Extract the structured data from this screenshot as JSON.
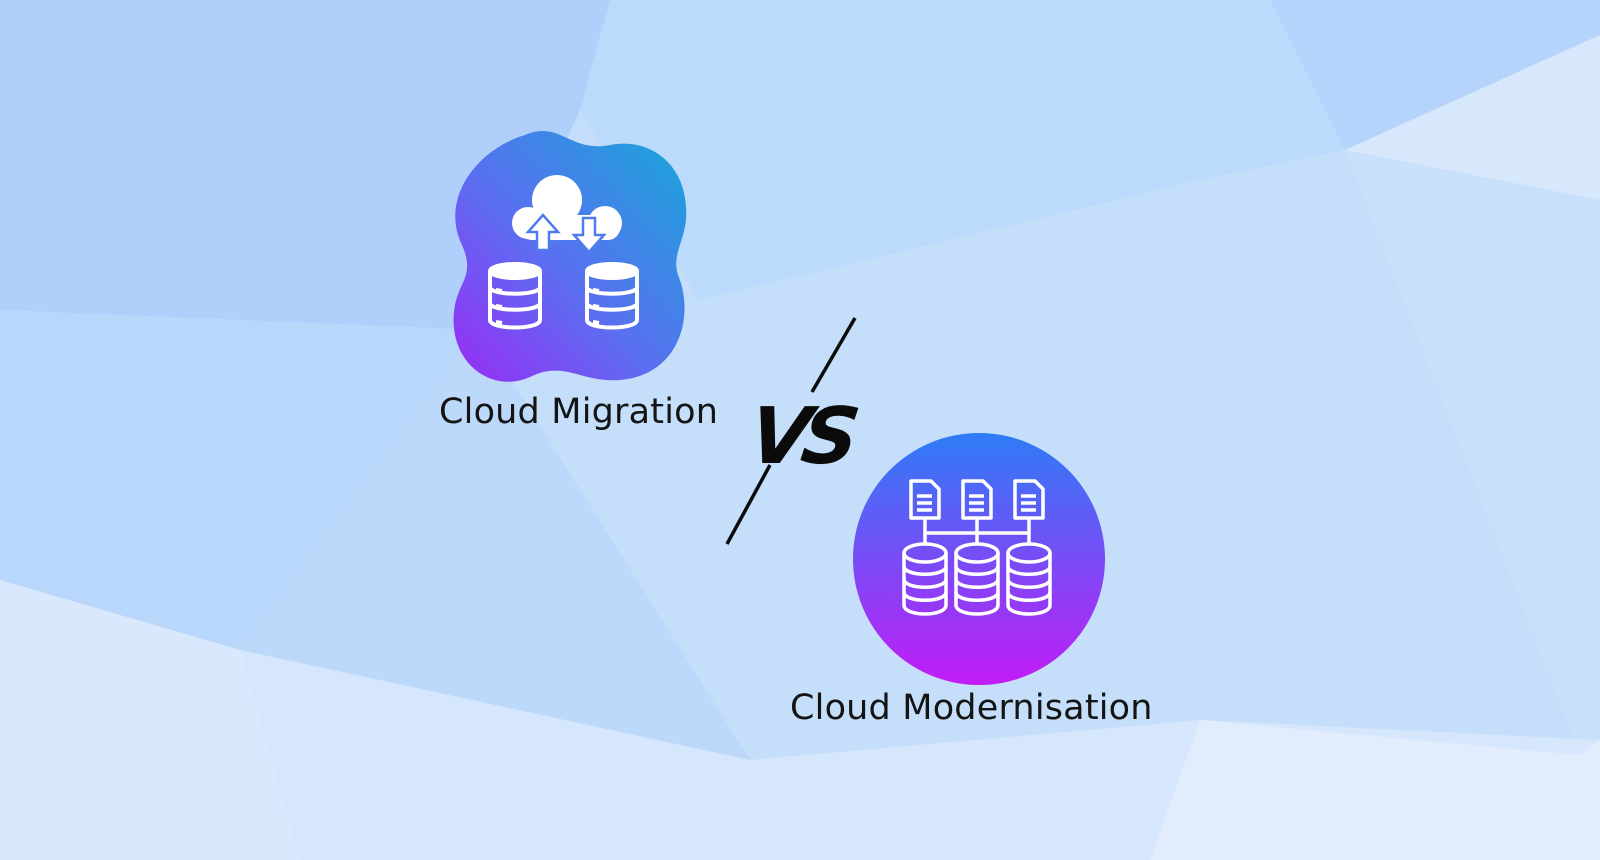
{
  "left_item": {
    "caption": "Cloud Migration",
    "icon": "cloud-upload-download-databases-icon",
    "gradient": [
      "#16a8d8",
      "#9a2bf6"
    ]
  },
  "right_item": {
    "caption": "Cloud Modernisation",
    "icon": "documents-connected-databases-icon",
    "gradient": [
      "#2e7cf6",
      "#c21cf5"
    ]
  },
  "versus": {
    "label": "VS"
  },
  "colors": {
    "background": "#c6def9",
    "text": "#141414"
  }
}
